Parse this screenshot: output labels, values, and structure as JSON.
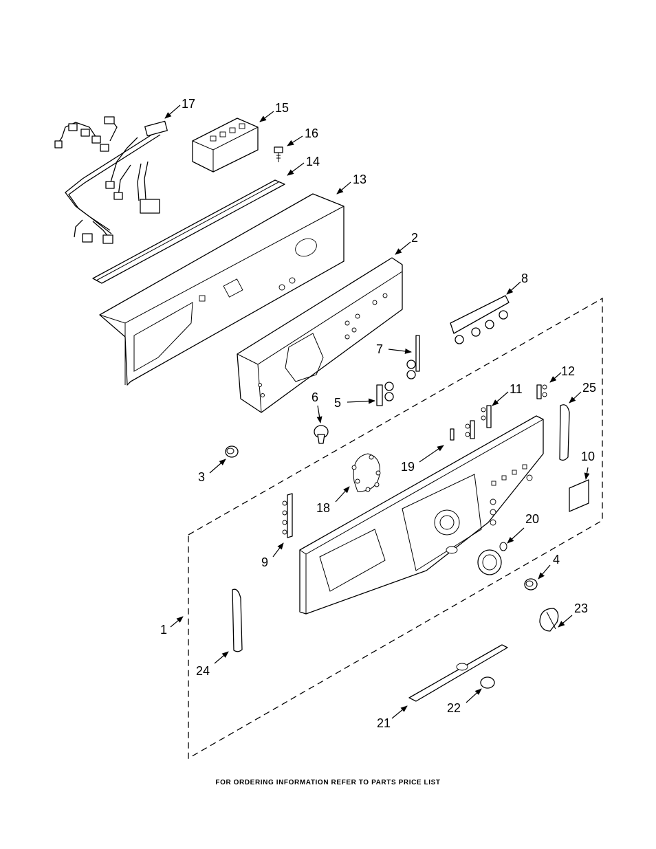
{
  "callouts": {
    "c1": "1",
    "c2": "2",
    "c3": "3",
    "c4": "4",
    "c5": "5",
    "c6": "6",
    "c7": "7",
    "c8": "8",
    "c9": "9",
    "c10": "10",
    "c11": "11",
    "c12": "12",
    "c13": "13",
    "c14": "14",
    "c15": "15",
    "c16": "16",
    "c17": "17",
    "c18": "18",
    "c19": "19",
    "c20": "20",
    "c21": "21",
    "c22": "22",
    "c23": "23",
    "c24": "24",
    "c25": "25"
  },
  "footer": "FOR ORDERING INFORMATION REFER TO PARTS PRICE LIST"
}
